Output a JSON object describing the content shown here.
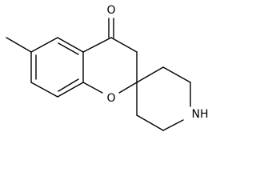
{
  "molecule": {
    "atoms": {
      "carbonyl_oxygen": "O",
      "ring_oxygen": "O",
      "amine": "NH"
    }
  }
}
